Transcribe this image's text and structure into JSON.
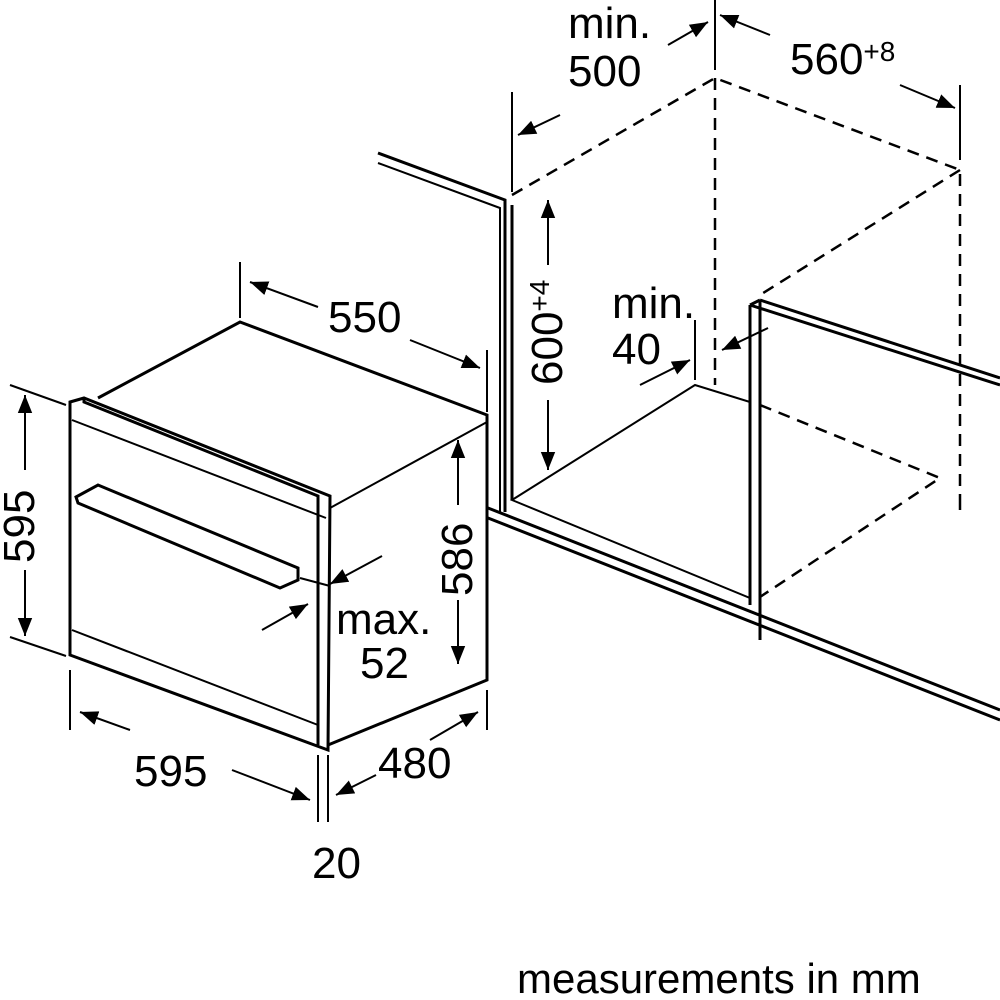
{
  "title": "Oven built-in installation dimensions",
  "labels": {
    "cabinet_depth_min_prefix": "min.",
    "cabinet_depth_min_value": "500",
    "cabinet_width": "560",
    "cabinet_width_tolerance": "+8",
    "oven_depth": "550",
    "cabinet_height": "600",
    "cabinet_height_tolerance": "+4",
    "gap_min_prefix": "min.",
    "gap_min_value": "40",
    "oven_height_front": "595",
    "oven_height_body": "586",
    "handle_max_prefix": "max.",
    "handle_max_value": "52",
    "oven_width": "595",
    "oven_body_depth": "480",
    "front_panel_thickness": "20"
  },
  "footer": "measurements in mm"
}
